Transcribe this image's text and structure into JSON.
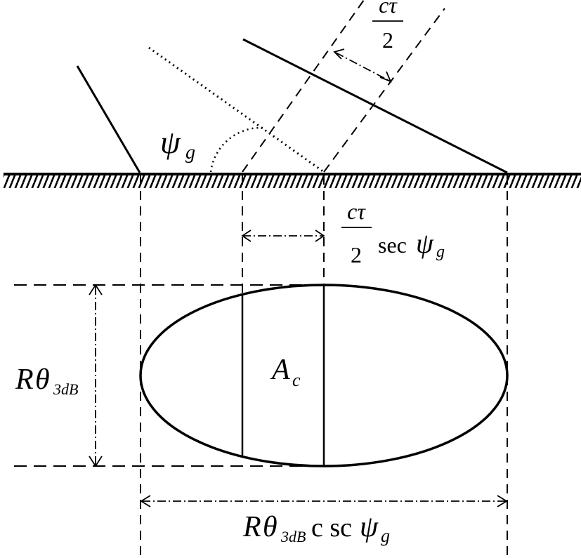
{
  "labels": {
    "range_res_top_num": "cτ",
    "range_res_top_den": "2",
    "grazing_angle_sym": "ψ",
    "grazing_angle_sub": "g",
    "ground_res_num": "cτ",
    "ground_res_den": "2",
    "ground_res_fn": "sec",
    "ground_res_sym": "ψ",
    "ground_res_sub": "g",
    "area_sym": "A",
    "area_sub": "c",
    "beam_width_R": "R",
    "beam_width_theta": "θ",
    "beam_width_sub": "3dB",
    "footprint_R": "R",
    "footprint_theta": "θ",
    "footprint_sub": "3dB",
    "footprint_fn": "c sc",
    "footprint_sym": "ψ",
    "footprint_sub2": "g"
  }
}
